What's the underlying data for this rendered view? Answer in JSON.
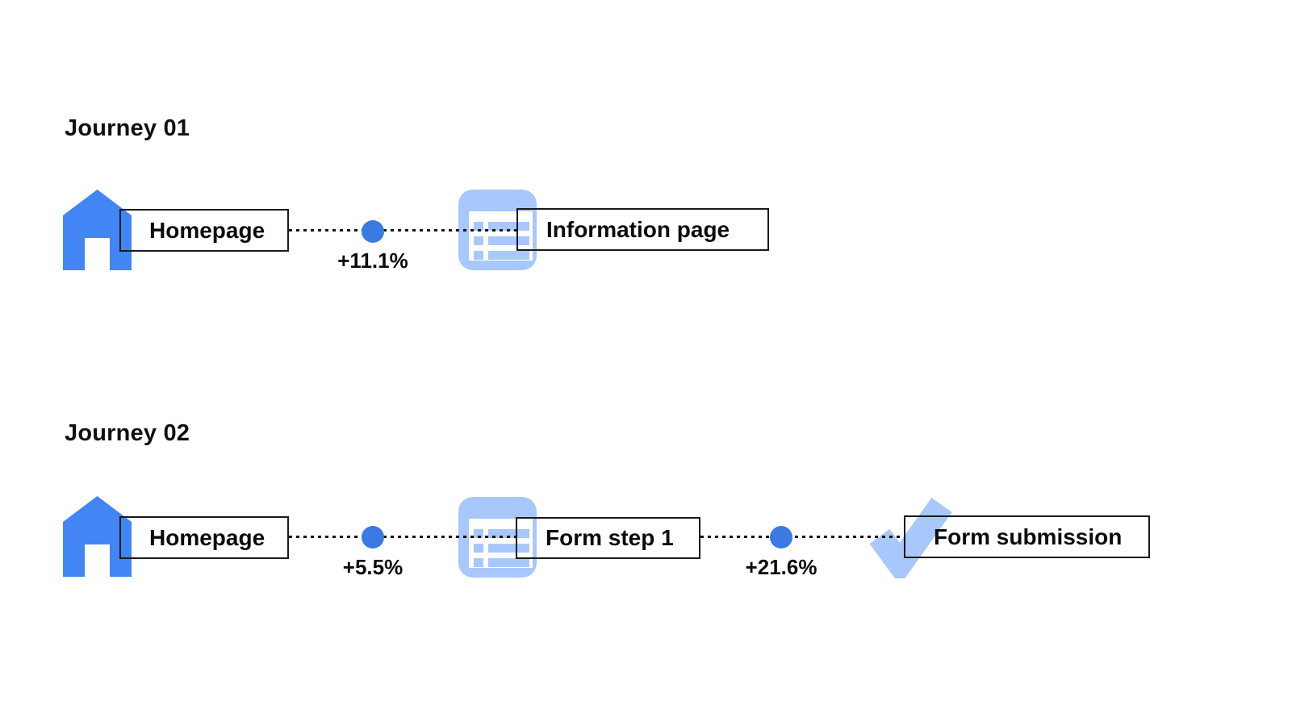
{
  "colors": {
    "node_blue": "#4285f4",
    "dot_blue": "#3b79e3",
    "light_blue": "#a8c7fa",
    "text": "#0b0b0b",
    "line": "#151515",
    "background": "#ffffff"
  },
  "journeys": [
    {
      "title": "Journey 01",
      "nodes": [
        {
          "icon": "home-icon",
          "label": "Homepage"
        },
        {
          "icon": "information-page-icon",
          "label": "Information page"
        }
      ],
      "connectors": [
        {
          "delta": "+11.1%"
        }
      ]
    },
    {
      "title": "Journey 02",
      "nodes": [
        {
          "icon": "home-icon",
          "label": "Homepage"
        },
        {
          "icon": "form-page-icon",
          "label": "Form step 1"
        },
        {
          "icon": "checkmark-icon",
          "label": "Form submission"
        }
      ],
      "connectors": [
        {
          "delta": "+5.5%"
        },
        {
          "delta": "+21.6%"
        }
      ]
    }
  ]
}
